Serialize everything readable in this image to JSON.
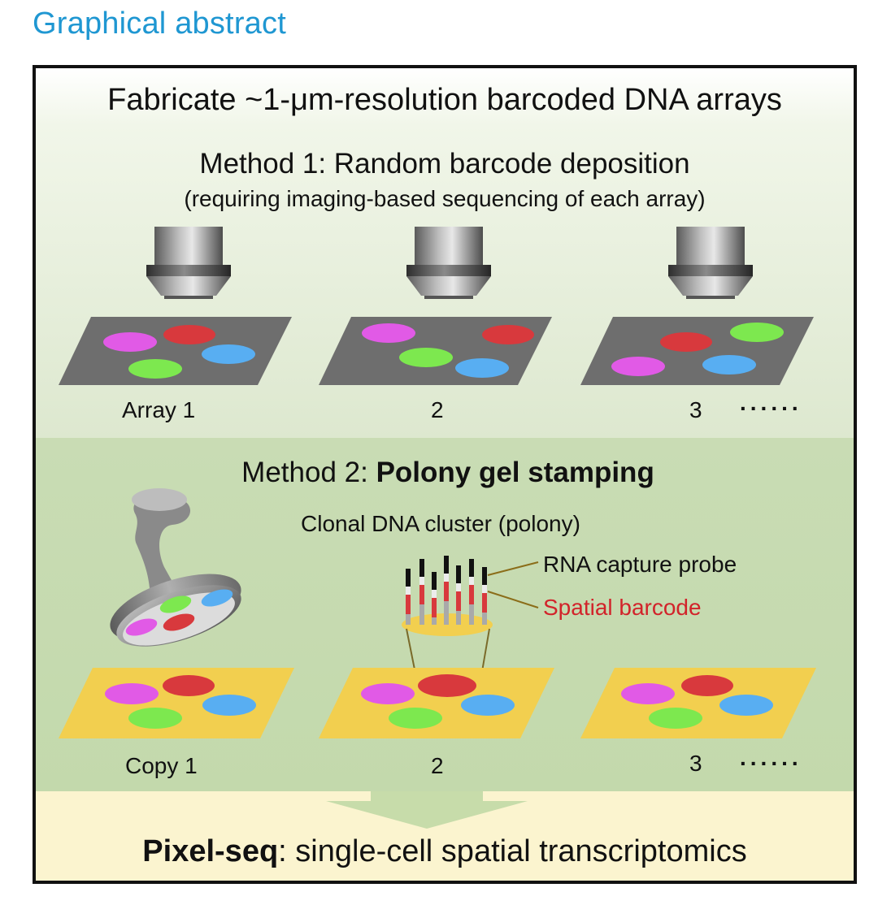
{
  "heading": "Graphical abstract",
  "main_title": "Fabricate ~1-μm-resolution barcoded DNA arrays",
  "method1": {
    "title": "Method 1: Random barcode deposition",
    "subtitle": "(requiring imaging-based sequencing of each array)",
    "labels": [
      "Array 1",
      "2",
      "3"
    ],
    "ellipsis": "......"
  },
  "method2": {
    "title_prefix": "Method 2: ",
    "title_bold": "Polony gel stamping",
    "polony_label": "Clonal DNA cluster (polony)",
    "probe_label": "RNA capture probe",
    "barcode_label": "Spatial barcode",
    "labels": [
      "Copy 1",
      "2",
      "3"
    ],
    "ellipsis": "......"
  },
  "footer": {
    "bold": "Pixel-seq",
    "text": ": single-cell spatial transcriptomics"
  },
  "colors": {
    "heading": "#1f97d2",
    "barcode_text": "#d2232a",
    "polony_magenta": "#e15ae6",
    "polony_red": "#d8393d",
    "polony_green": "#7de84f",
    "polony_blue": "#58aef2",
    "array_gray": "#6e6e6e",
    "gel_yellow": "#f2cf4f"
  },
  "icons": [
    "microscope-objective-icon",
    "stamp-icon",
    "polony-probe-icon",
    "down-arrow-icon"
  ]
}
